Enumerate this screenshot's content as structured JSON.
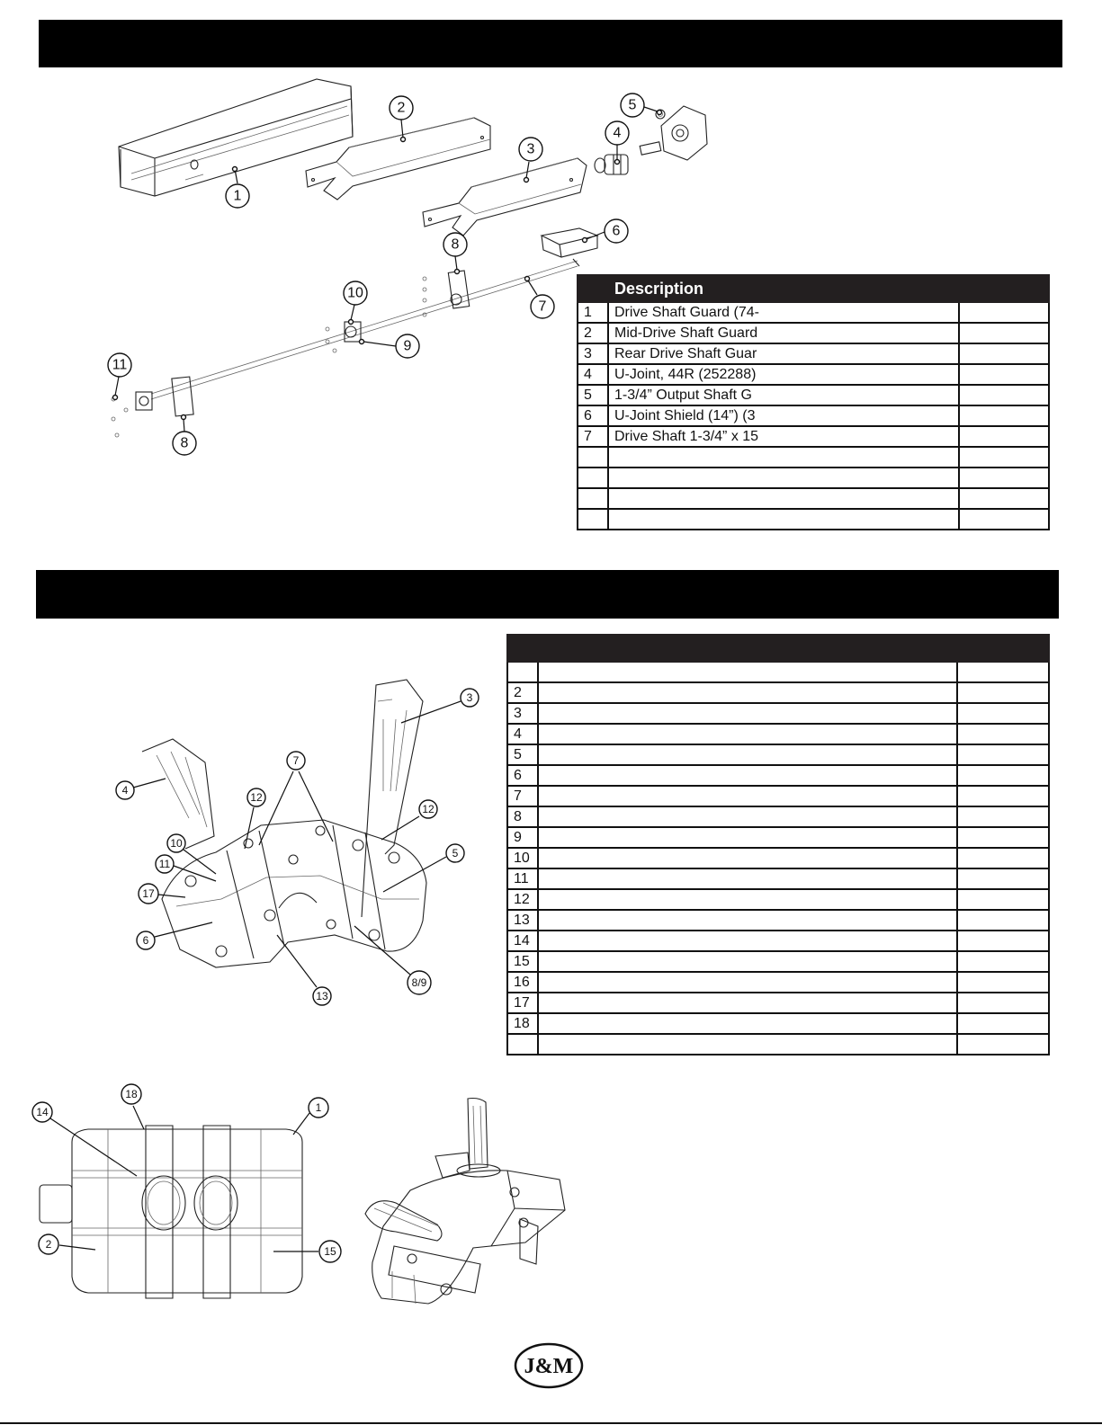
{
  "table1": {
    "header": "Description",
    "rows": [
      {
        "num": "1",
        "desc": "Drive Shaft Guard (74-"
      },
      {
        "num": "2",
        "desc": "Mid-Drive Shaft Guard"
      },
      {
        "num": "3",
        "desc": "Rear Drive Shaft Guar"
      },
      {
        "num": "4",
        "desc": "U-Joint, 44R (252288)"
      },
      {
        "num": "5",
        "desc": "1-3/4” Output Shaft G"
      },
      {
        "num": "6",
        "desc": "U-Joint Shield (14”) (3"
      },
      {
        "num": "7",
        "desc": "Drive Shaft 1-3/4” x 15"
      },
      {
        "num": "",
        "desc": ""
      },
      {
        "num": "",
        "desc": ""
      },
      {
        "num": "",
        "desc": ""
      },
      {
        "num": "",
        "desc": ""
      }
    ]
  },
  "table2": {
    "rows": [
      "",
      "2",
      "3",
      "4",
      "5",
      "6",
      "7",
      "8",
      "9",
      "10",
      "11",
      "12",
      "13",
      "14",
      "15",
      "16",
      "17",
      "18",
      ""
    ]
  },
  "diagram1": {
    "callouts": [
      "1",
      "2",
      "3",
      "4",
      "5",
      "6",
      "7",
      "8",
      "9",
      "10",
      "11",
      "8"
    ]
  },
  "diagram2": {
    "callouts": [
      "3",
      "7",
      "4",
      "12",
      "12",
      "10",
      "5",
      "11",
      "17",
      "6",
      "8/9",
      "13"
    ]
  },
  "diagram3": {
    "callouts": [
      "18",
      "14",
      "1",
      "2",
      "15"
    ]
  },
  "logo": {
    "text": "J&M"
  }
}
